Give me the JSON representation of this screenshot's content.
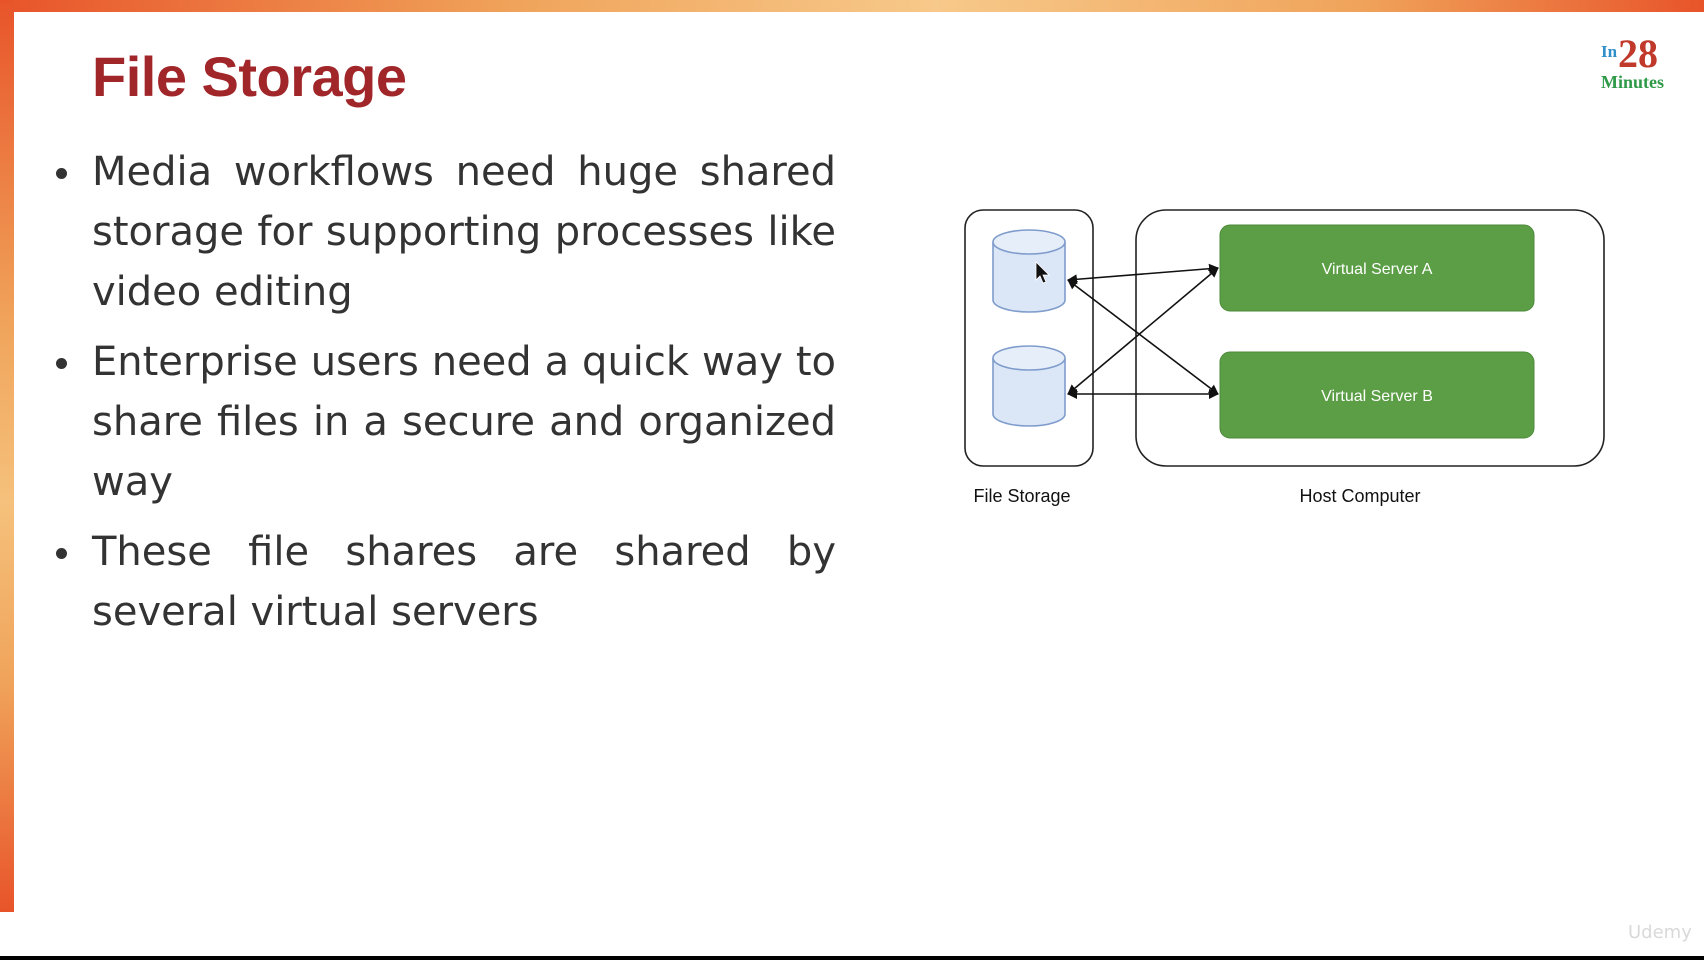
{
  "slide": {
    "title": "File Storage",
    "bullets": [
      "Media workflows need huge shared storage for supporting processes like video editing",
      "Enterprise users need a quick way to share files in a secure and organized way",
      "These file shares are shared by several virtual servers"
    ]
  },
  "logo": {
    "in": "In",
    "number": "28",
    "word": "Minutes"
  },
  "diagram": {
    "file_storage_label": "File Storage",
    "host_computer_label": "Host Computer",
    "server_a": "Virtual Server A",
    "server_b": "Virtual Server B"
  },
  "colors": {
    "title": "#a1262a",
    "server_fill": "#5b9e45",
    "disk_fill": "#dbe7f7",
    "disk_stroke": "#7f9ccc"
  },
  "watermark": "Udemy"
}
